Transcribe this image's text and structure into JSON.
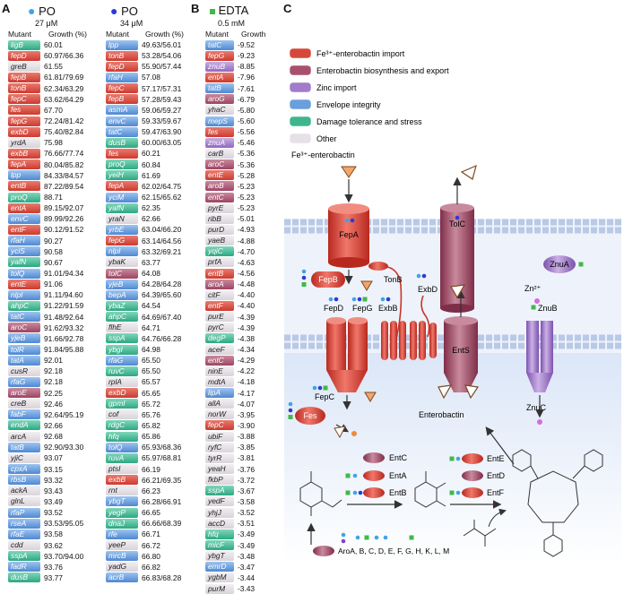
{
  "panels": {
    "a": "A",
    "b": "B",
    "c": "C"
  },
  "colors": {
    "fe": "#d8473b",
    "bio": "#a9506f",
    "zn": "#a27bcb",
    "env": "#6b9edc",
    "dmg": "#3fb58f",
    "oth": "#e6e1e6",
    "dot_light": "#3fa4e8",
    "dot_dark": "#2b3bd6",
    "dot_green": "#42b84a"
  },
  "col1": {
    "title": "PO",
    "sub": "27 μM",
    "hdr_mutant": "Mutant",
    "hdr_growth": "Growth (%)",
    "rows": [
      [
        "ligB",
        "60.01",
        "dmg"
      ],
      [
        "fepD",
        "60.97/66.36",
        "fe"
      ],
      [
        "greB",
        "61.55",
        "oth"
      ],
      [
        "fepB",
        "61.81/79.69",
        "fe"
      ],
      [
        "tonB",
        "62.34/63.29",
        "fe"
      ],
      [
        "fepC",
        "63.62/64.29",
        "fe"
      ],
      [
        "fes",
        "67.70",
        "fe"
      ],
      [
        "fepG",
        "72.24/81.42",
        "fe"
      ],
      [
        "exbD",
        "75.40/82.84",
        "fe"
      ],
      [
        "yrdA",
        "75.98",
        "oth"
      ],
      [
        "exbB",
        "76.66/77.74",
        "fe"
      ],
      [
        "fepA",
        "80.04/85.82",
        "fe"
      ],
      [
        "lpp",
        "84.33/84.57",
        "env"
      ],
      [
        "entB",
        "87.22/89.54",
        "fe"
      ],
      [
        "proQ",
        "88.71",
        "dmg"
      ],
      [
        "entA",
        "89.15/92.07",
        "fe"
      ],
      [
        "envC",
        "89.99/92.26",
        "env"
      ],
      [
        "entF",
        "90.12/91.52",
        "fe"
      ],
      [
        "rfaH",
        "90.27",
        "env"
      ],
      [
        "yciS",
        "90.58",
        "env"
      ],
      [
        "yafN",
        "90.67",
        "dmg"
      ],
      [
        "tolQ",
        "91.01/94.34",
        "env"
      ],
      [
        "entE",
        "91.06",
        "fe"
      ],
      [
        "nlpI",
        "91.11/94.60",
        "env"
      ],
      [
        "ahpC",
        "91.22/91.59",
        "dmg"
      ],
      [
        "tatC",
        "91.48/92.64",
        "env"
      ],
      [
        "aroC",
        "91.62/93.32",
        "bio"
      ],
      [
        "yjeB",
        "91.66/92.78",
        "env"
      ],
      [
        "tolR",
        "91.84/95.88",
        "env"
      ],
      [
        "tatA",
        "92.01",
        "env"
      ],
      [
        "cusR",
        "92.18",
        "oth"
      ],
      [
        "rfaG",
        "92.18",
        "env"
      ],
      [
        "aroE",
        "92.25",
        "bio"
      ],
      [
        "creB",
        "92.46",
        "oth"
      ],
      [
        "fabF",
        "92.64/95.19",
        "env"
      ],
      [
        "endA",
        "92.66",
        "dmg"
      ],
      [
        "arcA",
        "92.68",
        "oth"
      ],
      [
        "tatB",
        "92.90/93.30",
        "env"
      ],
      [
        "yjiC",
        "93.07",
        "oth"
      ],
      [
        "cpxA",
        "93.15",
        "env"
      ],
      [
        "rbsB",
        "93.32",
        "env"
      ],
      [
        "ackA",
        "93.43",
        "oth"
      ],
      [
        "glnL",
        "93.49",
        "oth"
      ],
      [
        "rfaP",
        "93.52",
        "env"
      ],
      [
        "rseA",
        "93.53/95.05",
        "env"
      ],
      [
        "rfaE",
        "93.58",
        "env"
      ],
      [
        "cdd",
        "93.62",
        "oth"
      ],
      [
        "sspA",
        "93.70/94.00",
        "dmg"
      ],
      [
        "fadR",
        "93.76",
        "env"
      ],
      [
        "dusB",
        "93.77",
        "dmg"
      ]
    ]
  },
  "col2": {
    "title": "PO",
    "sub": "34 μM",
    "hdr_mutant": "Mutant",
    "hdr_growth": "Growth (%)",
    "rows": [
      [
        "lpp",
        "49.63/56.01",
        "env"
      ],
      [
        "tonB",
        "53.28/54.06",
        "fe"
      ],
      [
        "fepD",
        "55.90/57.44",
        "fe"
      ],
      [
        "rfaH",
        "57.08",
        "env"
      ],
      [
        "fepC",
        "57.17/57.31",
        "fe"
      ],
      [
        "fepB",
        "57.28/59.43",
        "fe"
      ],
      [
        "asmA",
        "59.06/59.27",
        "env"
      ],
      [
        "envC",
        "59.33/59.67",
        "env"
      ],
      [
        "tatC",
        "59.47/63.90",
        "env"
      ],
      [
        "dusB",
        "60.00/63.05",
        "dmg"
      ],
      [
        "fes",
        "60.21",
        "fe"
      ],
      [
        "proQ",
        "60.84",
        "dmg"
      ],
      [
        "yeiH",
        "61.69",
        "dmg"
      ],
      [
        "fepA",
        "62.02/64.75",
        "fe"
      ],
      [
        "yciM",
        "62.15/65.62",
        "env"
      ],
      [
        "yafN",
        "62.35",
        "dmg"
      ],
      [
        "yraN",
        "62.66",
        "oth"
      ],
      [
        "yrbE",
        "63.04/66.20",
        "env"
      ],
      [
        "fepG",
        "63.14/64.56",
        "fe"
      ],
      [
        "nlpI",
        "63.32/69.21",
        "env"
      ],
      [
        "ybaK",
        "63.77",
        "oth"
      ],
      [
        "tolC",
        "64.08",
        "bio"
      ],
      [
        "yjeB",
        "64.28/64.28",
        "env"
      ],
      [
        "bepA",
        "64.39/65.60",
        "env"
      ],
      [
        "ybaZ",
        "64.54",
        "dmg"
      ],
      [
        "ahpC",
        "64.69/67.40",
        "dmg"
      ],
      [
        "flhE",
        "64.71",
        "oth"
      ],
      [
        "sspA",
        "64.76/66.28",
        "dmg"
      ],
      [
        "ybgI",
        "64.98",
        "dmg"
      ],
      [
        "rfaG",
        "65.50",
        "env"
      ],
      [
        "ruvC",
        "65.50",
        "dmg"
      ],
      [
        "rplA",
        "65.57",
        "oth"
      ],
      [
        "exbD",
        "65.65",
        "fe"
      ],
      [
        "gpmI",
        "65.72",
        "dmg"
      ],
      [
        "cof",
        "65.76",
        "oth"
      ],
      [
        "rdgC",
        "65.82",
        "dmg"
      ],
      [
        "hfq",
        "65.86",
        "dmg"
      ],
      [
        "tolQ",
        "65.93/68.36",
        "env"
      ],
      [
        "ruvA",
        "65.97/68.81",
        "dmg"
      ],
      [
        "ptsI",
        "66.19",
        "oth"
      ],
      [
        "exbB",
        "66.21/69.35",
        "fe"
      ],
      [
        "rnt",
        "66.23",
        "oth"
      ],
      [
        "ybgT",
        "66.28/66.91",
        "env"
      ],
      [
        "yegP",
        "66.65",
        "dmg"
      ],
      [
        "dnaJ",
        "66.66/68.39",
        "dmg"
      ],
      [
        "rfe",
        "66.71",
        "env"
      ],
      [
        "yeeP",
        "66.72",
        "oth"
      ],
      [
        "mrcB",
        "66.80",
        "env"
      ],
      [
        "yadG",
        "66.82",
        "oth"
      ],
      [
        "acrB",
        "66.83/68.28",
        "env"
      ]
    ]
  },
  "col3": {
    "title": "EDTA",
    "sub": "0.5 mM",
    "hdr_mutant": "Mutant",
    "hdr_growth": "Growth",
    "rows": [
      [
        "tatC",
        "-9.52",
        "env"
      ],
      [
        "fepG",
        "-9.23",
        "fe"
      ],
      [
        "znuB",
        "-8.85",
        "zn"
      ],
      [
        "entA",
        "-7.96",
        "fe"
      ],
      [
        "tatB",
        "-7.61",
        "env"
      ],
      [
        "aroG",
        "-6.79",
        "bio"
      ],
      [
        "yhaC",
        "-5.80",
        "oth"
      ],
      [
        "mepS",
        "-5.60",
        "env"
      ],
      [
        "fes",
        "-5.56",
        "fe"
      ],
      [
        "znuA",
        "-5.46",
        "zn"
      ],
      [
        "carB",
        "-5.36",
        "oth"
      ],
      [
        "aroC",
        "-5.36",
        "bio"
      ],
      [
        "entE",
        "-5.28",
        "fe"
      ],
      [
        "aroB",
        "-5.23",
        "bio"
      ],
      [
        "entC",
        "-5.23",
        "bio"
      ],
      [
        "pyrE",
        "-5.23",
        "oth"
      ],
      [
        "ribB",
        "-5.01",
        "oth"
      ],
      [
        "purD",
        "-4.93",
        "oth"
      ],
      [
        "yaeB",
        "-4.88",
        "oth"
      ],
      [
        "yqiC",
        "-4.70",
        "dmg"
      ],
      [
        "prfA",
        "-4.63",
        "oth"
      ],
      [
        "entB",
        "-4.56",
        "fe"
      ],
      [
        "aroA",
        "-4.48",
        "bio"
      ],
      [
        "citF",
        "-4.40",
        "oth"
      ],
      [
        "entF",
        "-4.40",
        "fe"
      ],
      [
        "purE",
        "-4.39",
        "oth"
      ],
      [
        "pyrC",
        "-4.39",
        "oth"
      ],
      [
        "degP",
        "-4.38",
        "dmg"
      ],
      [
        "aceF",
        "-4.34",
        "oth"
      ],
      [
        "entC",
        "-4.29",
        "bio"
      ],
      [
        "ninE",
        "-4.22",
        "oth"
      ],
      [
        "mdtA",
        "-4.18",
        "oth"
      ],
      [
        "lipA",
        "-4.17",
        "env"
      ],
      [
        "allA",
        "-4.07",
        "oth"
      ],
      [
        "norW",
        "-3.95",
        "oth"
      ],
      [
        "fepC",
        "-3.90",
        "fe"
      ],
      [
        "ubiF",
        "-3.88",
        "oth"
      ],
      [
        "ryfC",
        "-3.85",
        "oth"
      ],
      [
        "tyrR",
        "-3.81",
        "oth"
      ],
      [
        "yeaH",
        "-3.76",
        "oth"
      ],
      [
        "fkbP",
        "-3.72",
        "oth"
      ],
      [
        "sspA",
        "-3.67",
        "dmg"
      ],
      [
        "yedF",
        "-3.58",
        "oth"
      ],
      [
        "yhjJ",
        "-3.52",
        "oth"
      ],
      [
        "accD",
        "-3.51",
        "oth"
      ],
      [
        "hfq",
        "-3.49",
        "dmg"
      ],
      [
        "micF",
        "-3.49",
        "dmg"
      ],
      [
        "ybgT",
        "-3.48",
        "oth"
      ],
      [
        "emrD",
        "-3.47",
        "env"
      ],
      [
        "ygbM",
        "-3.44",
        "oth"
      ],
      [
        "purM",
        "-3.43",
        "oth"
      ]
    ]
  },
  "legend": [
    {
      "label": "Fe³⁺-enterobactin import",
      "cat": "fe"
    },
    {
      "label": "Enterobactin biosynthesis and export",
      "cat": "bio"
    },
    {
      "label": "Zinc import",
      "cat": "zn"
    },
    {
      "label": "Envelope integrity",
      "cat": "env"
    },
    {
      "label": "Damage tolerance and stress",
      "cat": "dmg"
    },
    {
      "label": "Other",
      "cat": "oth"
    }
  ],
  "diagram": {
    "fe_ent_label": "Fe³⁺-enterobactin",
    "fepA": "FepA",
    "tolC": "TolC",
    "fepB": "FepB",
    "tonB": "TonB",
    "exbD": "ExbD",
    "fepD": "FepD",
    "fepG": "FepG",
    "exbB": "ExbB",
    "fepC": "FepC",
    "entS": "EntS",
    "znuA": "ZnuA",
    "zn": "Zn²⁺",
    "znuB": "ZnuB",
    "znuC": "ZnuC",
    "fes": "Fes",
    "enterobactin": "Enterobactin",
    "entC": "EntC",
    "entA": "EntA",
    "entB": "EntB",
    "entE": "EntE",
    "entD": "EntD",
    "entF": "EntF",
    "aro": "AroA, B, C, D, E, F, G, H, K, L, M"
  }
}
